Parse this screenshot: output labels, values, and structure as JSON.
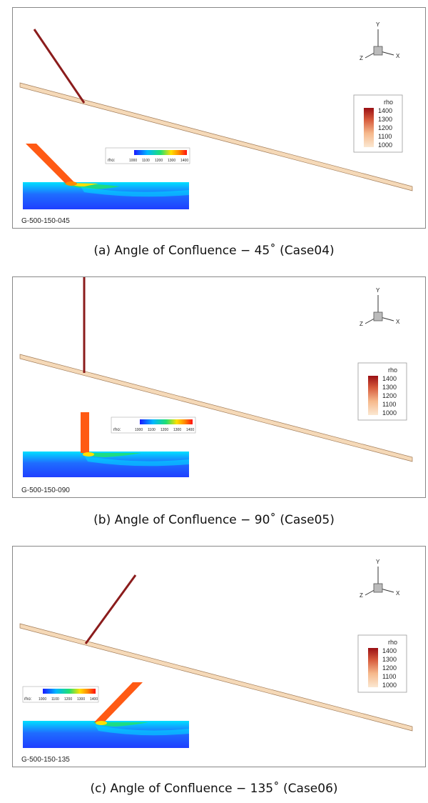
{
  "legend_title": "rho",
  "legend_values": [
    "1400",
    "1300",
    "1200",
    "1100",
    "1000"
  ],
  "inset_label": "rho:",
  "inset_ticks": [
    "1000",
    "1100",
    "1200",
    "1300",
    "1400"
  ],
  "axes": {
    "y": "Y",
    "z": "Z",
    "x": "X"
  },
  "colors": {
    "pipe": "#f5d9b8",
    "branch": "#8b1c1c",
    "jet": "#ff5a14",
    "field": "#1f3fff"
  },
  "panels": [
    {
      "case_id": "G-500-150-045",
      "caption": "(a) Angle of Confluence − 45˚ (Case04)"
    },
    {
      "case_id": "G-500-150-090",
      "caption": "(b) Angle of Confluence − 90˚ (Case05)"
    },
    {
      "case_id": "G-500-150-135",
      "caption": "(c) Angle of Confluence − 135˚ (Case06)"
    }
  ]
}
